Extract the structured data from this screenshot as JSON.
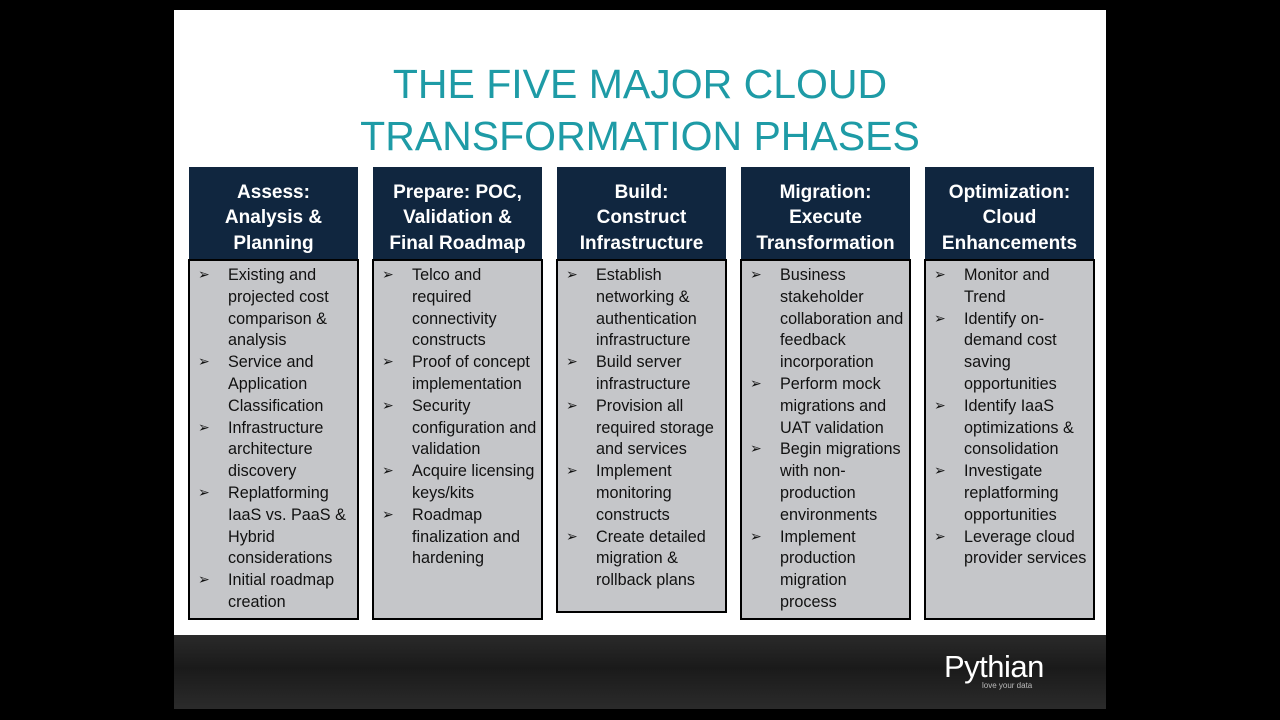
{
  "title": {
    "line1": "THE FIVE MAJOR CLOUD",
    "line2": "TRANSFORMATION PHASES"
  },
  "phases": [
    {
      "heading": "Assess:\nAnalysis &\nPlanning",
      "items": [
        "Existing and projected cost comparison & analysis",
        "Service and Application Classification",
        "Infrastructure architecture discovery",
        "Replatforming IaaS vs. PaaS & Hybrid considerations",
        "Initial roadmap creation"
      ]
    },
    {
      "heading": "Prepare: POC,\nValidation &\nFinal Roadmap",
      "items": [
        "Telco and required connectivity constructs",
        "Proof of concept implementation",
        "Security configuration and validation",
        "Acquire licensing keys/kits",
        "Roadmap finalization and hardening"
      ]
    },
    {
      "heading": "Build:\nConstruct\nInfrastructure",
      "items": [
        "Establish networking & authentication infrastructure",
        "Build server infrastructure",
        "Provision all required storage and services",
        "Implement monitoring constructs",
        "Create detailed migration & rollback plans"
      ]
    },
    {
      "heading": "Migration:\nExecute\nTransformation",
      "items": [
        "Business stakeholder collaboration and feedback incorporation",
        "Perform mock migrations and UAT validation",
        "Begin migrations with non-production environments",
        "Implement production migration process"
      ]
    },
    {
      "heading": "Optimization:\nCloud\nEnhancements",
      "items": [
        "Monitor and Trend",
        "Identify on-demand cost saving opportunities",
        "Identify IaaS optimizations & consolidation",
        "Investigate replatforming opportunities",
        "Leverage cloud provider services"
      ]
    }
  ],
  "footer": {
    "logo": "Pythian",
    "tagline": "love your data"
  }
}
